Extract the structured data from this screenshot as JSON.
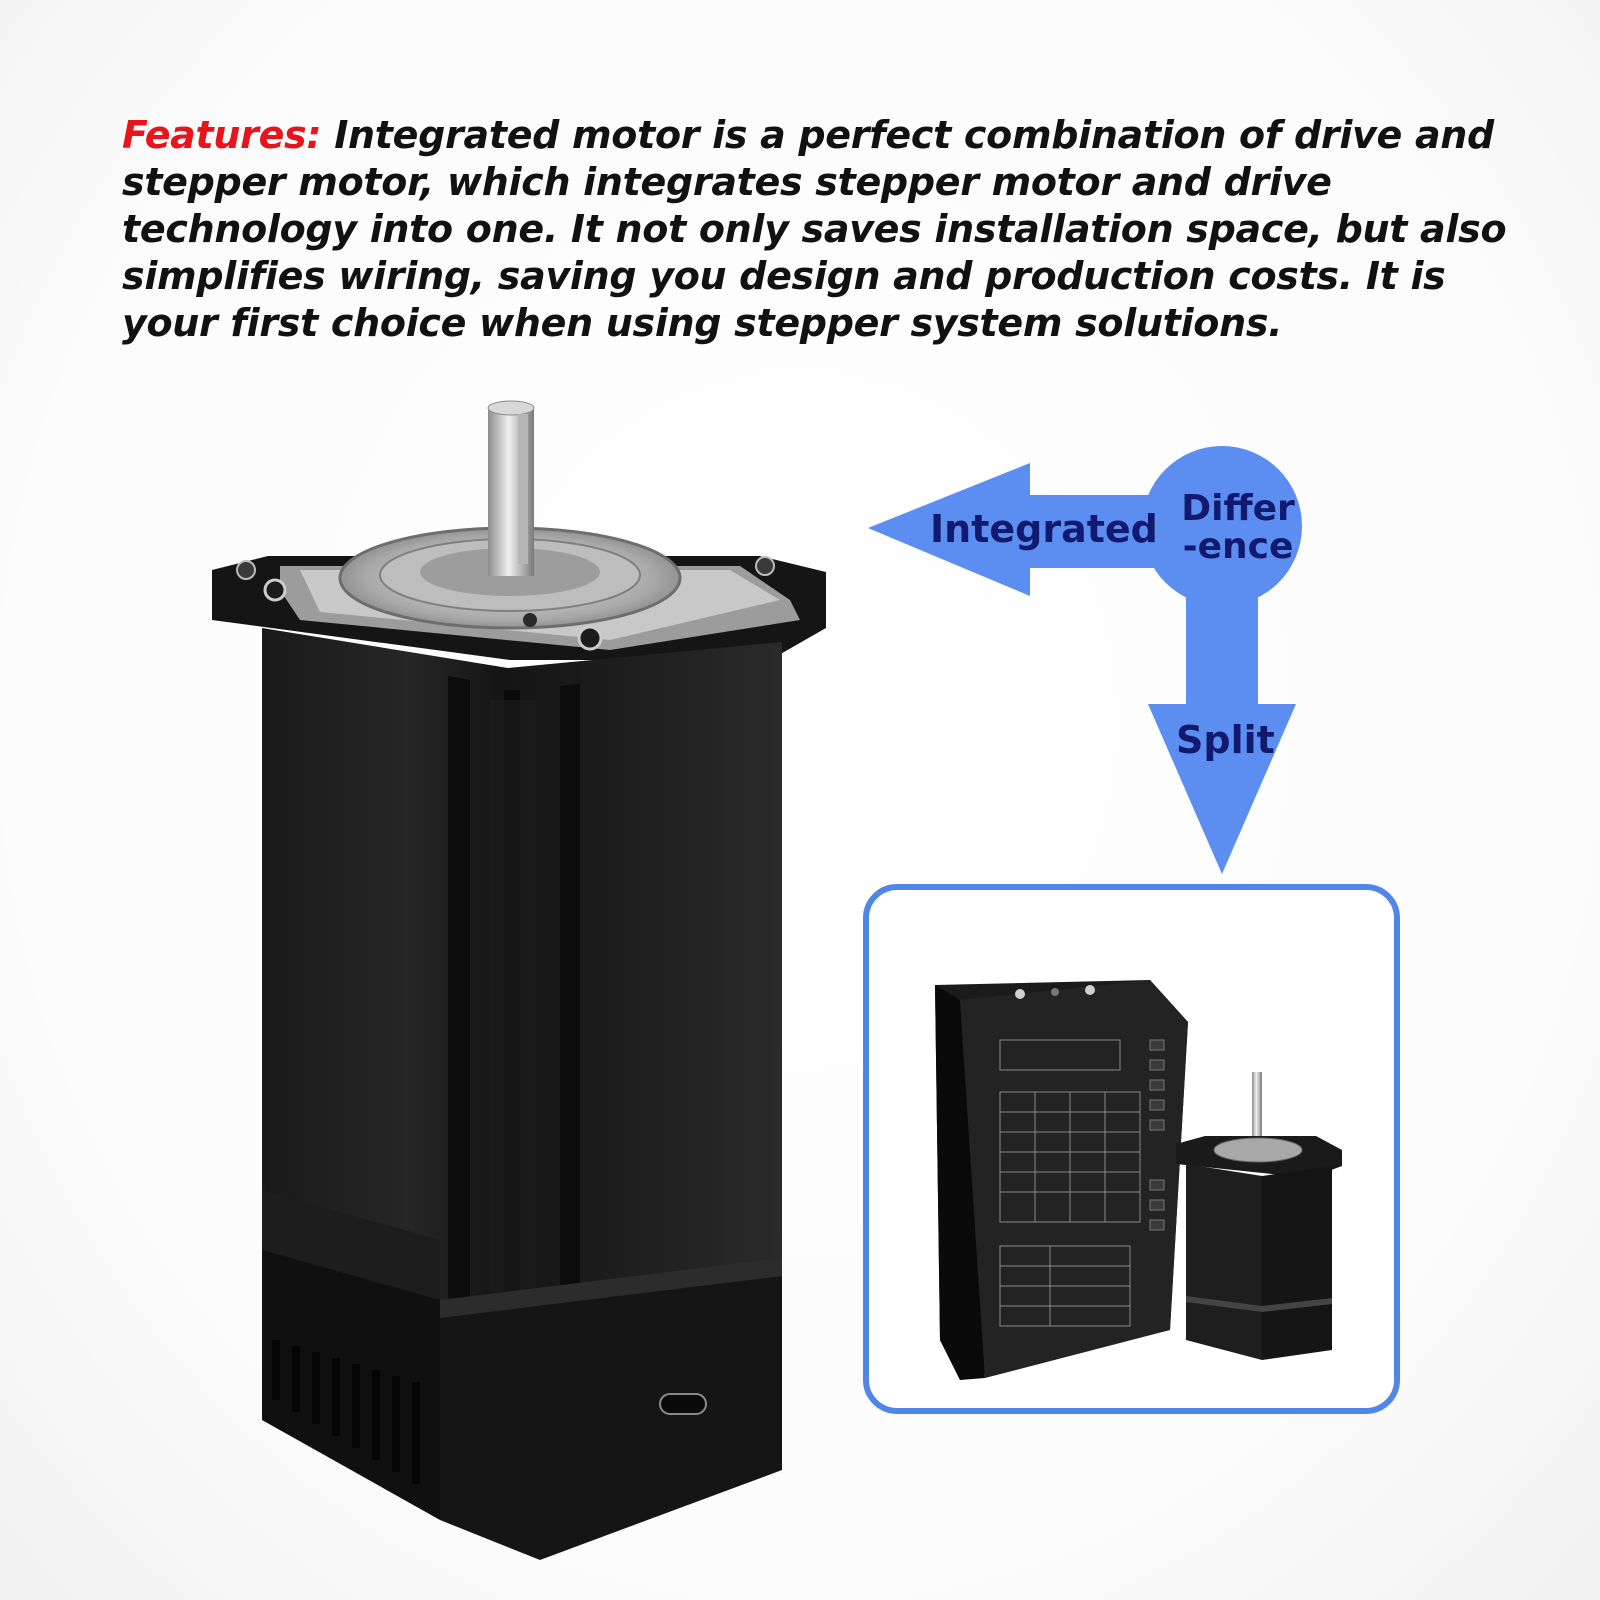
{
  "features": {
    "lead": "Features:",
    "text": " Integrated motor is a perfect combination of drive and stepper motor, which integrates stepper motor and drive technology into one. It not only saves installation space, but also simplifies wiring, saving you design and production costs. It is your first choice when using stepper system solutions."
  },
  "diagram": {
    "left_arrow_label": "Integrated",
    "center_label_line1": "Differ",
    "center_label_line2": "-ence",
    "down_arrow_label": "Split",
    "arrow_color": "#5b8ef0",
    "label_color": "#111a6e",
    "box_border_color": "#4f86e8"
  },
  "images": {
    "integrated_motor": "integrated-stepper-motor-photo",
    "split_system": "stepper-driver-and-motor-photo"
  }
}
